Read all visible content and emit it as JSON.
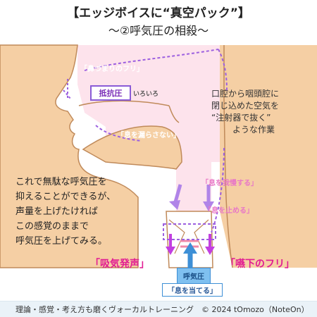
{
  "title": "【エッジボイスに“真空パック”】",
  "subtitle": "～②呼気圧の相殺～",
  "labels": {
    "nasal": "「鼻づまりのフリ」",
    "resistance": "抵抗圧",
    "iroiro": "いろいろ",
    "no_leak": "「息を漏らさない」",
    "hold_breath": "「息を我慢する」",
    "stop_breath": "「息を止める」",
    "phonation": "「吸気発声」",
    "swallow": "「嚥下のフリ」",
    "expiratory": "呼気圧",
    "apply_breath": "「息を当てる」"
  },
  "note_right": [
    "口腔から咽頭腔に",
    "閉じ込めた空気を",
    "“注射器で抜く”",
    "ような作業"
  ],
  "note_left": [
    "これで無駄な呼気圧を",
    "抑えることができるが、",
    "声量を上げたければ",
    "この感覚のままで",
    "呼気圧を上げてみる。"
  ],
  "footer": {
    "left": "理論・感覚・考え方も磨くヴォーカルトレーニング",
    "right": "© 2024 tOmozo（NoteOn）"
  },
  "colors": {
    "tissue": "#f5cfa4",
    "outline": "#c08a5a",
    "cavity": "#fde3ec",
    "accent_pink": "#e11c93",
    "accent_purple": "#9c5fe0",
    "accent_blue": "#3d8fd6"
  }
}
